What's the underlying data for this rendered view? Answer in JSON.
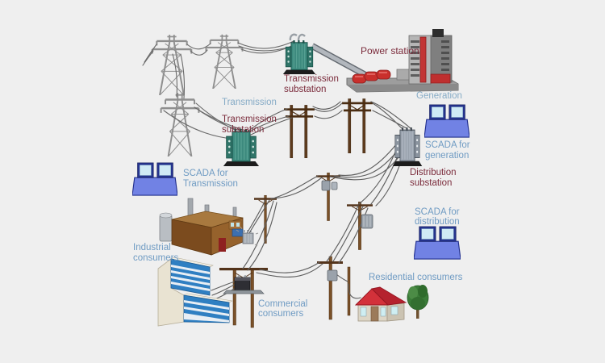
{
  "diagram": {
    "title": "Electric power grid with SCADA diagram",
    "background_color": "#efefef",
    "colors": {
      "substation_label_maroon": "#7b2c3c",
      "scada_label_blue": "#6f9bc3",
      "stage_label_blue": "#86abc6",
      "transformer_teal": "#3d8a7e",
      "transformer_gray": "#99a2ad",
      "console_blue": "#7182e4",
      "monitor_screen": "#cfeaf5",
      "wire_gray": "#5f5f5f",
      "pole_brown": "#6b4526",
      "house_roof_red": "#d3313a",
      "office_glass_blue": "#2f7fc2",
      "generator_red": "#c9302c"
    },
    "icons": {
      "pylon": "transmission-tower-icon",
      "teal_transformer": "substation-transformer-icon",
      "gray_transformer": "distribution-transformer-icon",
      "console": "scada-console-icon",
      "power_station": "power-station-icon",
      "factory": "factory-icon",
      "office": "office-building-icon",
      "house": "house-icon",
      "tree": "tree-icon",
      "pole": "utility-pole-icon"
    },
    "labels": {
      "power_station": "Power station",
      "generation": "Generation",
      "transmission": "Transmission",
      "transmission_substation_top": {
        "line1": "Transmission",
        "line2": "substation"
      },
      "transmission_substation_mid": {
        "line1": "Transmission",
        "line2": "substation"
      },
      "scada_generation": {
        "line1": "SCADA for",
        "line2": "generation"
      },
      "scada_transmission": {
        "line1": "SCADA for",
        "line2": "Transmission"
      },
      "scada_distribution": {
        "line1": "SCADA for",
        "line2": "distribution"
      },
      "distribution_substation": {
        "line1": "Distribution",
        "line2": "substation"
      },
      "industrial_consumers": {
        "line1": "Industrial",
        "line2": "consumers"
      },
      "commercial_consumers": {
        "line1": "Commercial",
        "line2": "consumers"
      },
      "residential_consumers": "Residential consumers"
    }
  }
}
